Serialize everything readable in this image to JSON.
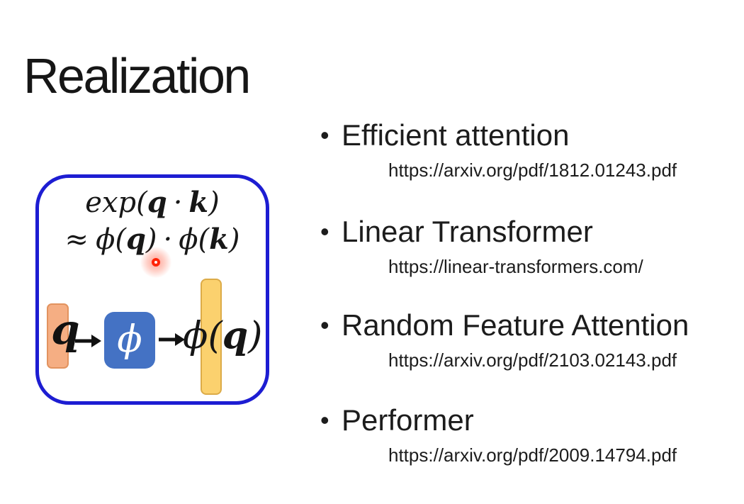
{
  "slide": {
    "title": "Realization",
    "background": "#ffffff"
  },
  "diagram": {
    "formula": {
      "line1": {
        "func": "exp(",
        "q": "q",
        "dot": "·",
        "k": "k",
        "close": ")"
      },
      "line2": {
        "approx": "≈",
        "phi_open_a": "ϕ(",
        "q": "q",
        "close_a": ")",
        "dot": "·",
        "phi_open_b": "ϕ(",
        "k": "k",
        "close_b": ")"
      }
    },
    "flow": {
      "input_label": "q",
      "mapper_label": "ϕ",
      "output_phi_open": "ϕ(",
      "output_arg": "q",
      "output_close": ")"
    },
    "icons": {
      "arrow_right": "→",
      "laser_pointer": "red-glow-dot"
    }
  },
  "references": {
    "bullet_glyph": "•",
    "items": [
      {
        "label": "Efficient attention",
        "url": "https://arxiv.org/pdf/1812.01243.pdf"
      },
      {
        "label": "Linear Transformer",
        "url": "https://linear-transformers.com/"
      },
      {
        "label": "Random Feature Attention",
        "url": "https://arxiv.org/pdf/2103.02143.pdf"
      },
      {
        "label": "Performer",
        "url": "https://arxiv.org/pdf/2009.14794.pdf"
      }
    ]
  },
  "colors": {
    "outline_blue": "#1d1dd2",
    "phi_box_blue": "#4472c4",
    "input_bar_orange": "#f5ae83",
    "input_bar_border": "#e2935f",
    "output_bar_yellow": "#fbd16e",
    "output_bar_border": "#dcab48",
    "laser_red": "#ff2408",
    "text_dark": "#1c1c1c"
  }
}
